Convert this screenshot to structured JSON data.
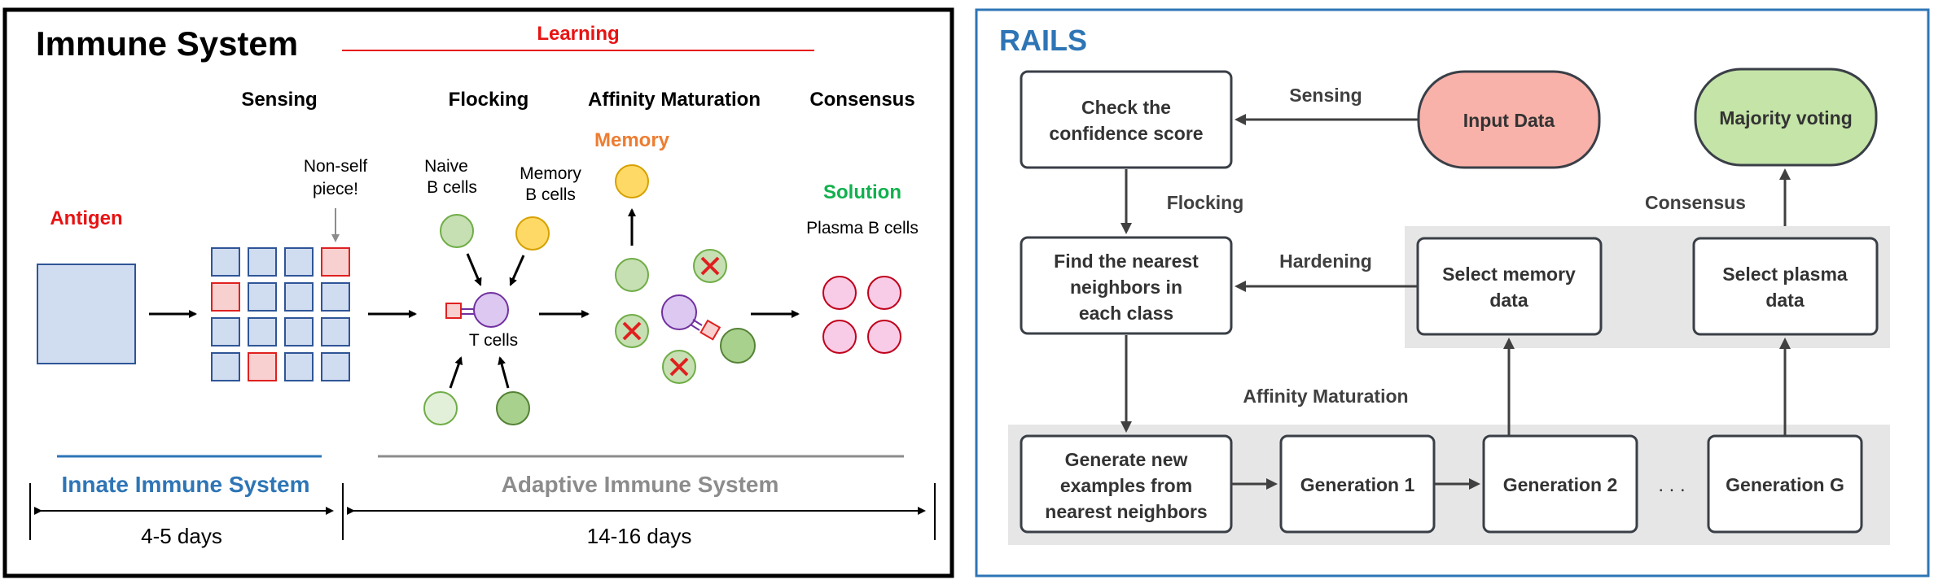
{
  "left": {
    "title": "Immune System",
    "learning": "Learning",
    "stages": {
      "sensing": "Sensing",
      "flocking": "Flocking",
      "affinity": "Affinity Maturation",
      "consensus": "Consensus"
    },
    "antigen": "Antigen",
    "nonself_line1": "Non-self",
    "nonself_line2": "piece!",
    "naive_line1": "Naive",
    "naive_line2": "B cells",
    "memory_line1": "Memory",
    "memory_line2": "B cells",
    "tcells": "T cells",
    "memory": "Memory",
    "solution": "Solution",
    "plasma": "Plasma B cells",
    "innate": "Innate Immune System",
    "adaptive": "Adaptive Immune System",
    "innate_days": "4-5 days",
    "adaptive_days": "14-16 days",
    "colors": {
      "red": "#e81212",
      "blue": "#2e75b6",
      "gray": "#8c8c8c",
      "orange": "#ed7d31",
      "green": "#12b04e"
    }
  },
  "right": {
    "title": "RAILS",
    "check_line1": "Check the",
    "check_line2": "confidence score",
    "input": "Input Data",
    "majority": "Majority voting",
    "find_line1": "Find the nearest",
    "find_line2": "neighbors in",
    "find_line3": "each class",
    "select_memory_line1": "Select memory",
    "select_memory_line2": "data",
    "select_plasma_line1": "Select plasma",
    "select_plasma_line2": "data",
    "generate_line1": "Generate new",
    "generate_line2": "examples from",
    "generate_line3": "nearest neighbors",
    "gen1": "Generation 1",
    "gen2": "Generation 2",
    "ellipsis": ". . .",
    "genG": "Generation G",
    "labels": {
      "sensing": "Sensing",
      "flocking": "Flocking",
      "hardening": "Hardening",
      "consensus": "Consensus",
      "affinity": "Affinity Maturation"
    },
    "colors": {
      "border": "#2e75b6",
      "title": "#2e75b6",
      "input_fill": "#f8b2aa",
      "majority_fill": "#c5e4a8",
      "band": "#e6e6e6"
    }
  }
}
